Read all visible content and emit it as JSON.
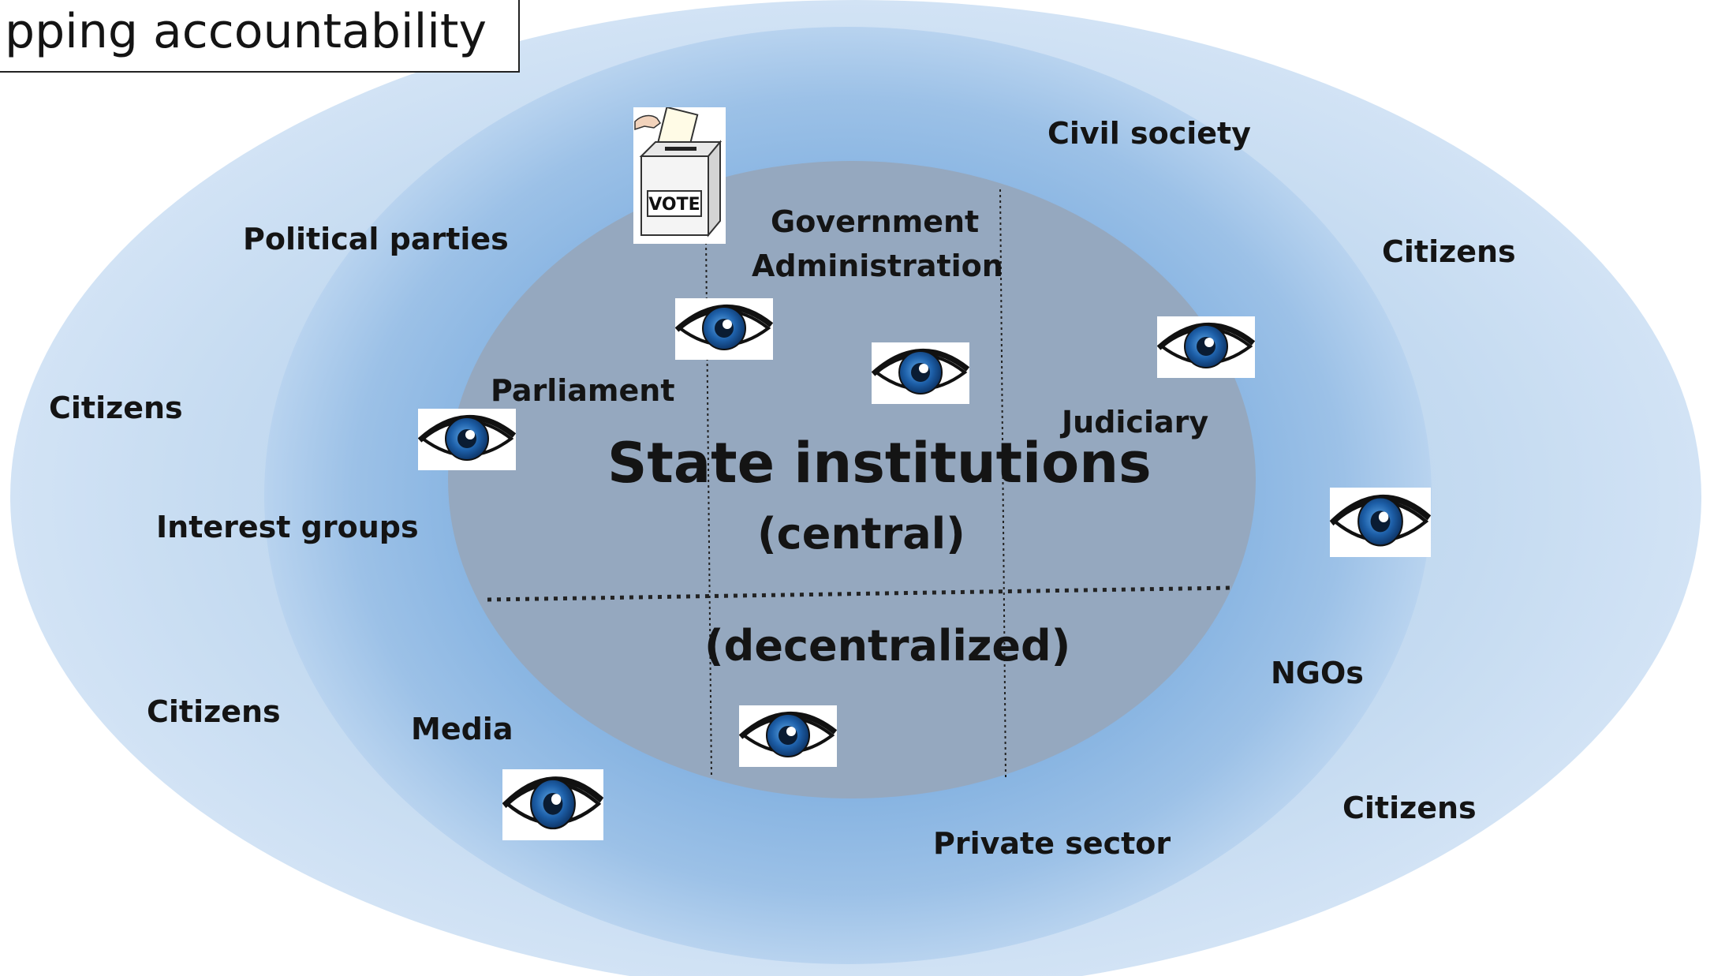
{
  "title": "pping accountability",
  "center": {
    "main": "State institutions",
    "central": "(central)",
    "decentralized": "(decentralized)"
  },
  "labels": {
    "government_line1": "Government",
    "government_line2": "Administration",
    "parliament": "Parliament",
    "judiciary": "Judiciary",
    "political_parties": "Political parties",
    "civil_society": "Civil society",
    "citizens_top_right": "Citizens",
    "citizens_left": "Citizens",
    "interest_groups": "Interest groups",
    "citizens_bottom_left": "Citizens",
    "media": "Media",
    "ngos": "NGOs",
    "citizens_bottom_right": "Citizens",
    "private_sector": "Private sector"
  },
  "vote_box": {
    "label": "VOTE"
  },
  "icons": {
    "eye": "eye-icon",
    "vote": "ballot-box-icon"
  },
  "colors": {
    "outer_ellipse": "#c8ddf1",
    "middle_ellipse": "#8fb8e2",
    "core_ellipse": "#95a8bf",
    "text": "#141414",
    "iris": "#1d5fa8"
  }
}
